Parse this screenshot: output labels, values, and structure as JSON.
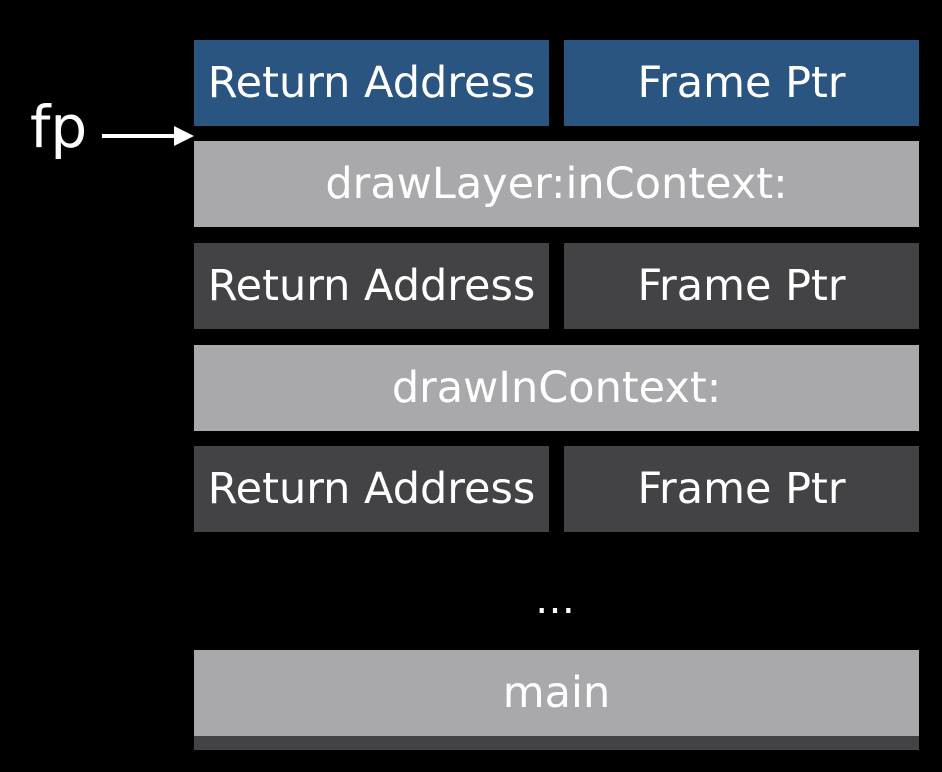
{
  "pointer": {
    "label": "fp"
  },
  "stack": {
    "top_frame": {
      "return_address": "Return Address",
      "frame_ptr": "Frame Ptr"
    },
    "frames": [
      {
        "name": "drawLayer:inContext:",
        "return_address": "Return Address",
        "frame_ptr": "Frame Ptr"
      },
      {
        "name": "drawInContext:",
        "return_address": "Return Address",
        "frame_ptr": "Frame Ptr"
      }
    ],
    "ellipsis": "…",
    "bottom_frame": {
      "name": "main"
    }
  },
  "colors": {
    "background": "#000000",
    "highlight": "#2a5580",
    "link_block": "#434345",
    "frame_block": "#a9a9ab",
    "text": "#ffffff"
  }
}
